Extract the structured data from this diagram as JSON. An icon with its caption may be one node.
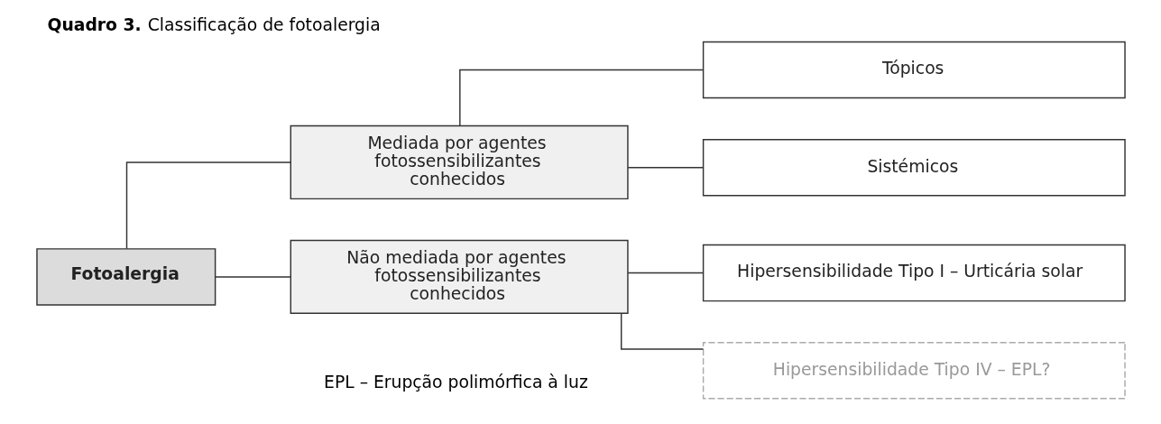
{
  "diagram": {
    "title": "**Quadro 3.** Classificação de fotoalergia",
    "nodes": [
      {
        "text": [
          "Fotoalergia"
        ]
      },
      {
        "text": [
          "Mediada por agentes fotossensibilizantes conhecidos"
        ]
      },
      {
        "text": [
          "Não mediada por agentes fotossensibilizantes conhecidos"
        ]
      },
      {
        "text": [
          "Tópicos"
        ]
      },
      {
        "text": [
          "Sistémicos"
        ]
      },
      {
        "text": [
          "Hipersensibilidade Tipo I – Urticária solar"
        ]
      },
      {
        "text": [
          "Hipersensibilidade Tipo IV – EPL?"
        ]
      }
    ],
    "edges": [
      {
        "from": 0,
        "to": 1,
        "arrow": "none"
      },
      {
        "from": 0,
        "to": 2,
        "arrow": "none"
      },
      {
        "from": 1,
        "to": 3,
        "arrow": "none"
      },
      {
        "from": 1,
        "to": 4,
        "arrow": "none"
      },
      {
        "from": 2,
        "to": 5,
        "arrow": "none"
      },
      {
        "from": 2,
        "to": 6,
        "arrow": "none"
      }
    ],
    "labels": [
      "EPL – Erupção polimórfica à luz"
    ]
  }
}
